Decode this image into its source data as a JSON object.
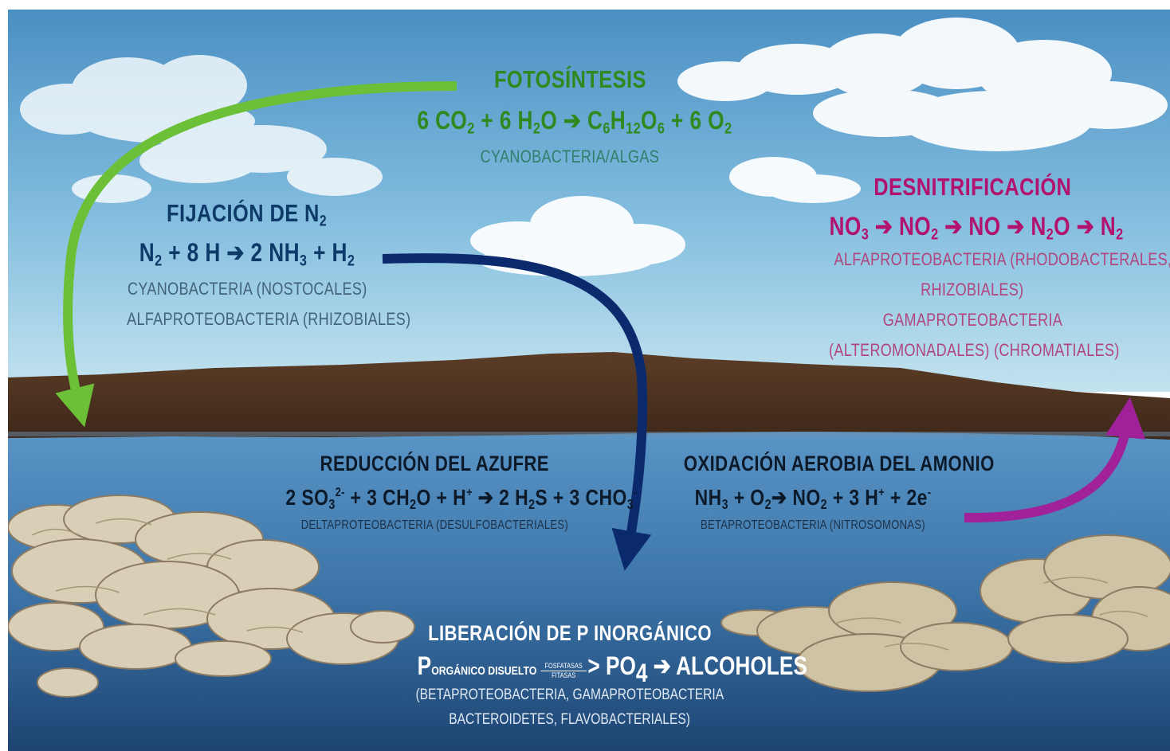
{
  "colors": {
    "sky_top": "#4e94c6",
    "sky_bottom": "#bfe0ee",
    "water_top": "#4f8cc0",
    "water_bottom": "#1f4a78",
    "land": "#5a3c26",
    "photosynthesis": "#2e8a1f",
    "nitrogen_fixation": "#0e3a6a",
    "denitrification": "#b2126d",
    "arrow_green": "#6cc037",
    "arrow_navy": "#0b2a6e",
    "arrow_magenta": "#a0219a"
  },
  "photosynthesis": {
    "title": "FOTOSÍNTESIS",
    "eq": {
      "a": "6 CO",
      "a_sub": "2",
      "b": " + 6 H",
      "b_sub": "2",
      "c": "O ➔ C",
      "c_sub1": "6",
      "d": "H",
      "d_sub": "12",
      "e": "O",
      "e_sub": "6",
      "f": " + 6 O",
      "f_sub": "2"
    },
    "organisms": "CYANOBACTERIA/ALGAS"
  },
  "nitrogen_fixation": {
    "title": "FIJACIÓN DE N",
    "title_sub": "2",
    "eq": {
      "a": "N",
      "a_sub": "2",
      "b": " + 8 H ➔ 2 NH",
      "b_sub": "3",
      "c": " + H",
      "c_sub": "2"
    },
    "organisms_1": "CYANOBACTERIA (NOSTOCALES)",
    "organisms_2": "ALFAPROTEOBACTERIA (RHIZOBIALES)"
  },
  "denitrification": {
    "title": "DESNITRIFICACIÓN",
    "eq": {
      "a": "NO",
      "a_sub": "3",
      "b": " ➔ NO",
      "b_sub": "2",
      "c": " ➔ NO ➔ N",
      "c_sub": "2",
      "d": "O ➔  N",
      "d_sub": "2"
    },
    "organisms_1": "ALFAPROTEOBACTERIA (RHODOBACTERALES,",
    "organisms_2": "RHIZOBIALES)",
    "organisms_3": "GAMAPROTEOBACTERIA",
    "organisms_4": "(ALTEROMONADALES) (CHROMATIALES)"
  },
  "sulfur_reduction": {
    "title": "REDUCCIÓN DEL AZUFRE",
    "eq": {
      "a": "2 SO",
      "a_sub": "3",
      "a_sup": "2-",
      "b": " + 3 CH",
      "b_sub": "2",
      "c": "O +  H",
      "c_sup": "+",
      "d": " ➔ 2 H",
      "d_sub": "2",
      "e": "S + 3 CHO",
      "e_sub": "3",
      "e_sup": "-"
    },
    "organisms": "DELTAPROTEOBACTERIA (DESULFOBACTERIALES)"
  },
  "ammonium_oxidation": {
    "title": "OXIDACIÓN AEROBIA DEL AMONIO",
    "eq": {
      "a": "NH",
      "a_sub": "3",
      "b": " + O",
      "b_sub": "2",
      "c": "➔ NO",
      "c_sub": "2",
      "d": " + 3 H",
      "d_sup": "+",
      "e": " + 2e",
      "e_sup": "-"
    },
    "organisms": "BETAPROTEOBACTERIA (NITROSOMONAS)"
  },
  "phosphorus_release": {
    "title": "LIBERACIÓN DE P INORGÁNICO",
    "p": "P",
    "p_sub": "ORGÁNICO DISUELTO",
    "enzyme_top": "FOSFATASAS",
    "enzyme_bottom": "FITASAS",
    "eq": {
      "a": "> PO",
      "a_sub": "4",
      "b": " ➔ ALCOHOLES"
    },
    "organisms_1": "(BETAPROTEOBACTERIA, GAMAPROTEOBACTERIA",
    "organisms_2": "BACTEROIDETES, FLAVOBACTERIALES)"
  }
}
